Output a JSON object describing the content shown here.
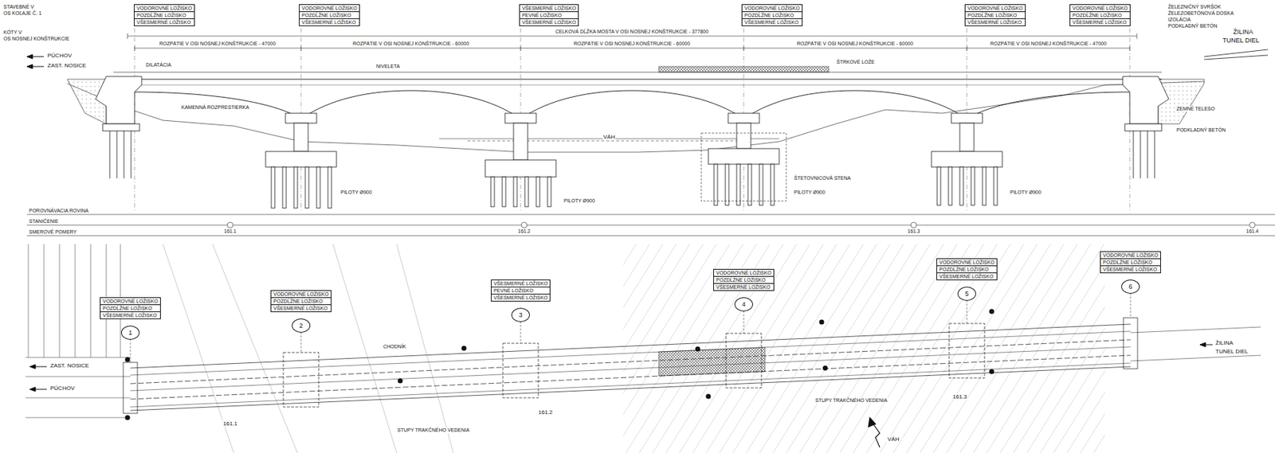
{
  "diagram": {
    "nodes": [
      {
        "text": [
          "VODOROVNÉ LOŽISKO",
          "POZDĹŽNE LOŽISKO",
          "VŠESMERNÉ LOŽISKO"
        ]
      },
      {
        "text": [
          "VODOROVNÉ LOŽISKO",
          "POZDĹŽNE LOŽISKO",
          "VŠESMERNÉ LOŽISKO"
        ]
      },
      {
        "text": [
          "VŠESMERNÉ LOŽISKO",
          "PEVNÉ LOŽISKO",
          "VŠESMERNÉ LOŽISKO"
        ]
      },
      {
        "text": [
          "VODOROVNÉ LOŽISKO",
          "POZDĹŽNE LOŽISKO",
          "VŠESMERNÉ LOŽISKO"
        ]
      },
      {
        "text": [
          "VODOROVNÉ LOŽISKO",
          "POZDĹŽNE LOŽISKO",
          "VŠESMERNÉ LOŽISKO"
        ]
      },
      {
        "text": [
          "VODOROVNÉ LOŽISKO",
          "POZDĹŽNE LOŽISKO",
          "VŠESMERNÉ LOŽISKO"
        ]
      },
      {
        "text": [
          "VODOROVNÉ LOŽISKO",
          "POZDĹŽNE LOŽISKO",
          "VŠESMERNÉ LOŽISKO"
        ]
      },
      {
        "text": [
          "VODOROVNÉ LOŽISKO",
          "POZDĹŽNE LOŽISKO",
          "VŠESMERNÉ LOŽISKO"
        ]
      },
      {
        "text": [
          "VŠESMERNÉ LOŽISKO",
          "PEVNÉ LOŽISKO",
          "VŠESMERNÉ LOŽISKO"
        ]
      },
      {
        "text": [
          "VODOROVNÉ LOŽISKO",
          "POZDĹŽNE LOŽISKO",
          "VŠESMERNÉ LOŽISKO"
        ]
      },
      {
        "text": [
          "VODOROVNÉ LOŽISKO",
          "POZDĹŽNE LOŽISKO",
          "VŠESMERNÉ LOŽISKO"
        ]
      },
      {
        "text": [
          "VODOROVNÉ LOŽISKO",
          "POZDĹŽNE LOŽISKO",
          "VŠESMERNÉ LOŽISKO"
        ]
      },
      {
        "text": [
          "1"
        ]
      },
      {
        "text": [
          "2"
        ]
      },
      {
        "text": [
          "3"
        ]
      },
      {
        "text": [
          "4"
        ]
      },
      {
        "text": [
          "5"
        ]
      },
      {
        "text": [
          "6"
        ]
      }
    ],
    "labels": [
      "STAVEBNÉ V",
      "OS KOĽAJE Č. 1",
      "KÓTY V",
      "OS NOSNEJ KONŠTRUKCIE",
      "PÚCHOV",
      "ZAST. NOSICE",
      "CELKOVÁ DĹŽKA MOSTA V OSI NOSNEJ KONŠTRUKCIE - 377800",
      "ROZPÄTIE V OSI NOSNEJ KONŠTRUKCIE - 47000",
      "ROZPÄTIE V OSI NOSNEJ KONŠTRUKCIE - 60000",
      "ROZPÄTIE V OSI NOSNEJ KONŠTRUKCIE - 60000",
      "ROZPÄTIE V OSI NOSNEJ KONŠTRUKCIE - 60000",
      "ROZPÄTIE V OSI NOSNEJ KONŠTRUKCIE - 47000",
      "NIVELETA",
      "DILATÁCIA",
      "ŠTRKOVÉ LOŽE",
      "KAMENNÁ ROZPRESTIERKA",
      "VÁH",
      "PILOTY Ø900",
      "PILOTY Ø900",
      "ŠTETOVNICOVÁ STENA",
      "PILOTY Ø900",
      "PILOTY Ø900",
      "ZEMNÉ TELESO",
      "PODKLADNÝ BETÓN",
      "POROVNÁVACIA ROVINA",
      "STANIČENIE",
      "SMEROVÉ POMERY",
      "161.1",
      "161.2",
      "161.3",
      "161.4",
      "ŽILINA",
      "TUNEL DIEL",
      "ZAST. NOSICE",
      "PÚCHOV",
      "STUPY TRAKČNÉHO VEDENIA",
      "STUPY TRAKČNÉHO VEDENIA",
      "ŽILINA",
      "TUNEL DIEL",
      "161.1",
      "161.2",
      "161.3",
      "CHODNÍK",
      "ŽELEZNIČNÝ SVRŠOK",
      "ŽELEZOBETÓNOVÁ DOSKA",
      "IZOLÁCIA",
      "PODKLADNÝ BETÓN",
      "VÁH"
    ]
  }
}
